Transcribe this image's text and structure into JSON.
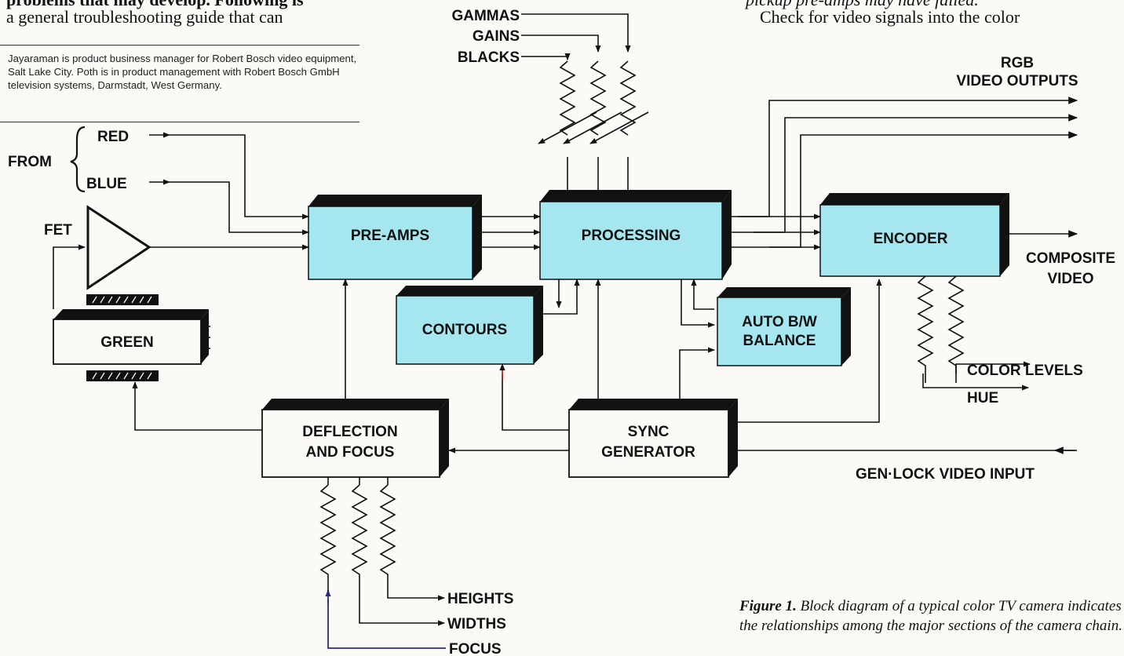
{
  "article": {
    "top_left_line1": "problems that may develop. Following is",
    "top_left_line2": "a general troubleshooting guide that can",
    "byline": "Jayaraman is product business manager for Robert Bosch video equipment, Salt Lake City. Poth is in product management with Robert Bosch GmbH television systems, Darmstadt, West Germany.",
    "top_right_line1": "pickup pre-amps may have failed.",
    "top_right_line2": "Check for video signals into the color"
  },
  "diagram": {
    "blocks": {
      "preamps": "PRE-AMPS",
      "processing": "PROCESSING",
      "encoder": "ENCODER",
      "contours": "CONTOURS",
      "auto_bw_line1": "AUTO B/W",
      "auto_bw_line2": "BALANCE",
      "sync_line1": "SYNC",
      "sync_line2": "GENERATOR",
      "deflection_line1": "DEFLECTION",
      "deflection_line2": "AND FOCUS",
      "green": "GREEN"
    },
    "labels": {
      "gammas": "GAMMAS",
      "gains": "GAINS",
      "blacks": "BLACKS",
      "from": "FROM",
      "red": "RED",
      "blue": "BLUE",
      "fet": "FET",
      "rgb": "RGB",
      "video_outputs": "VIDEO OUTPUTS",
      "composite": "COMPOSITE",
      "video": "VIDEO",
      "color_levels": "COLOR LEVELS",
      "hue": "HUE",
      "genlock": "GEN·LOCK VIDEO INPUT",
      "heights": "HEIGHTS",
      "widths": "WIDTHS",
      "focus": "FOCUS"
    },
    "colors": {
      "block_fill": "#a6e6ef",
      "block_shadow": "#111111",
      "contours_line": "#c2151b",
      "focus_line": "#2a2a8a"
    }
  },
  "caption": {
    "label": "Figure 1.",
    "text": " Block diagram of a typical color TV camera indicates the relationships among the major sections of the camera chain."
  }
}
